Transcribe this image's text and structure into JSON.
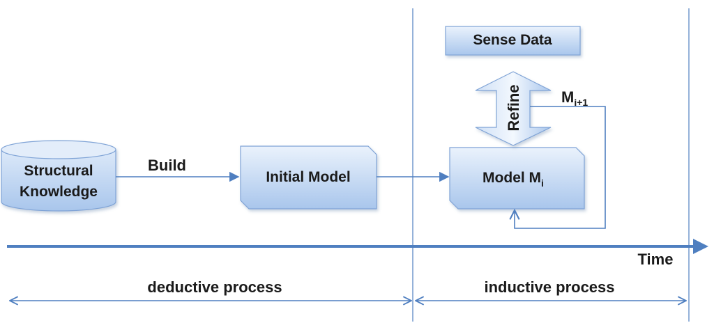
{
  "nodes": {
    "structural_knowledge": {
      "line1": "Structural",
      "line2": "Knowledge"
    },
    "initial_model": {
      "label": "Initial Model"
    },
    "model_mi": {
      "label": "Model M",
      "subscript": "i"
    },
    "sense_data": {
      "label": "Sense Data"
    }
  },
  "edges": {
    "build": {
      "label": "Build"
    },
    "refine": {
      "label": "Refine"
    },
    "feedback": {
      "label": "M",
      "subscript": "i+1"
    }
  },
  "timeline": {
    "label": "Time"
  },
  "phases": {
    "deductive": {
      "label": "deductive process"
    },
    "inductive": {
      "label": "inductive process"
    }
  },
  "colors": {
    "shape_fill_top": "#eaf2fc",
    "shape_fill_bottom": "#a9c6ec",
    "shape_stroke": "#7fa3d6",
    "line": "#4f7fc0"
  }
}
